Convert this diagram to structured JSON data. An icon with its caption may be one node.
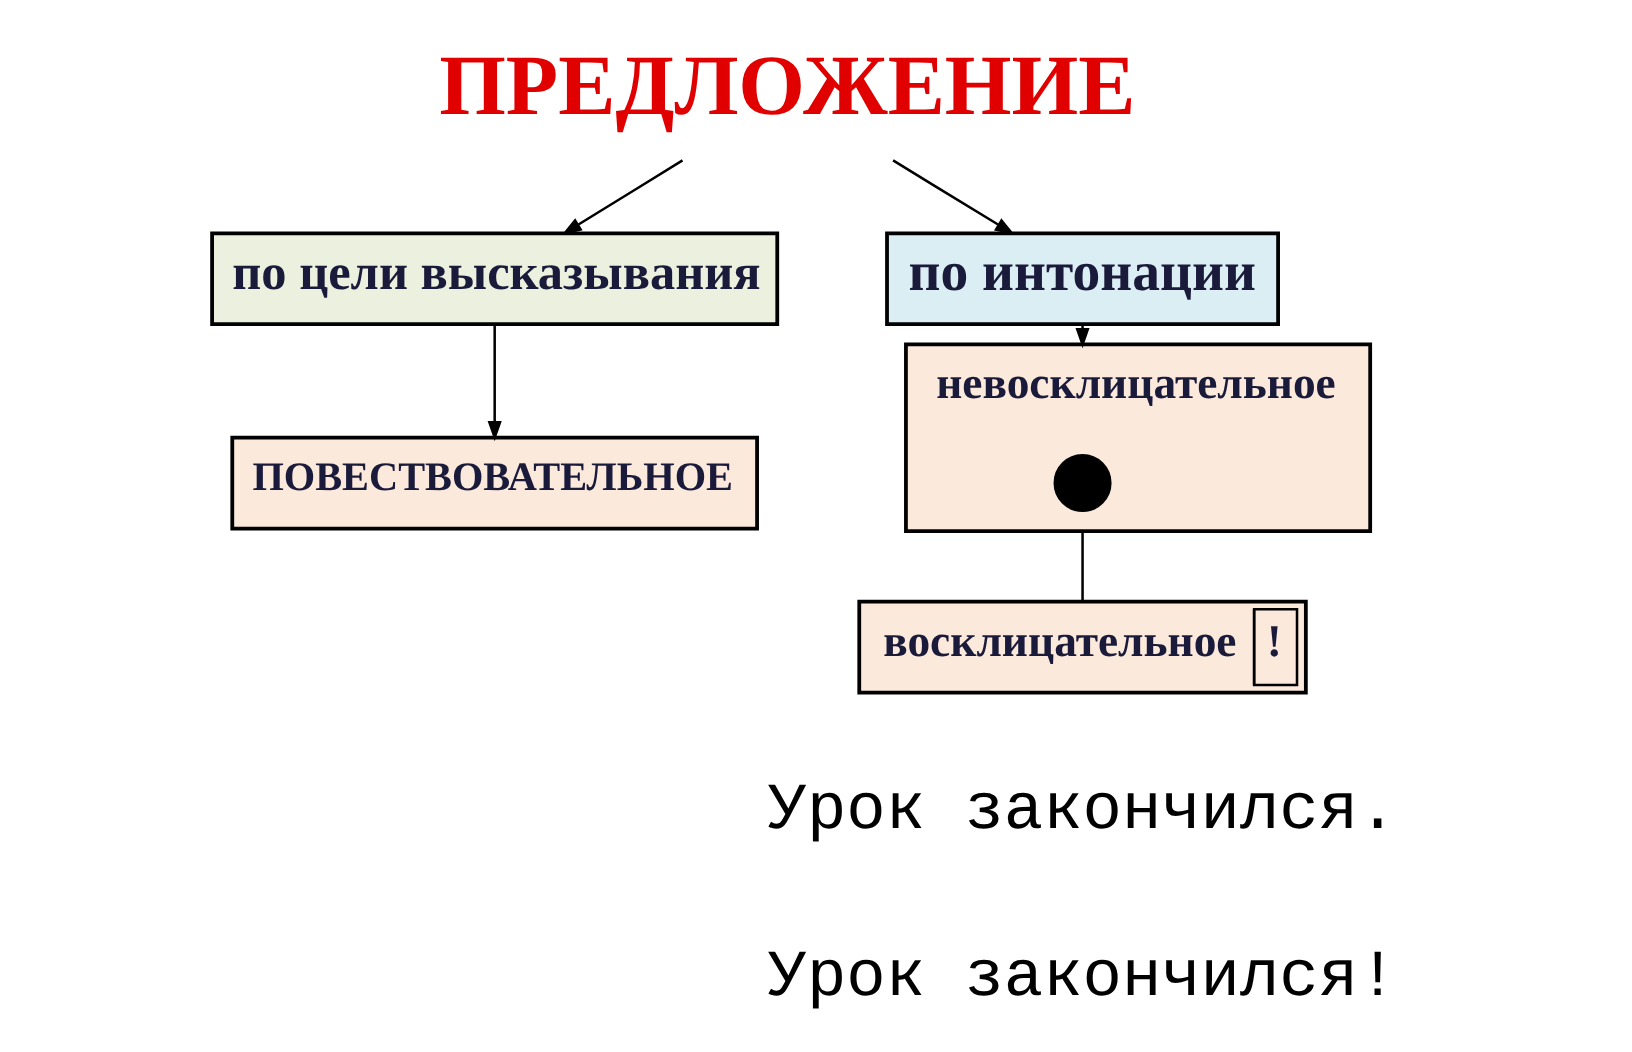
{
  "diagram": {
    "nodes": [
      {
        "text": [
          "ПРЕДЛОЖЕНИЕ"
        ]
      },
      {
        "text": [
          "по цели высказывания"
        ]
      },
      {
        "text": [
          "по интонации"
        ]
      },
      {
        "text": [
          "ПОВЕСТВОВАТЕЛЬНОЕ"
        ]
      },
      {
        "text": [
          "невосклицательное"
        ]
      },
      {
        "text": [],
        "shape": "circle",
        "in": 4
      },
      {
        "text": [
          "восклицательное",
          "!"
        ]
      }
    ],
    "edges": [
      {
        "from": 0,
        "to": 1,
        "arrow": "to"
      },
      {
        "from": 0,
        "to": 2,
        "arrow": "to"
      },
      {
        "from": 1,
        "to": 3,
        "arrow": "to"
      },
      {
        "from": 2,
        "to": 4,
        "arrow": "to"
      },
      {
        "from": 4,
        "to": 6,
        "arrow": "none"
      }
    ],
    "labels": [
      "Урок закончился.",
      "Урок закончился!"
    ]
  }
}
